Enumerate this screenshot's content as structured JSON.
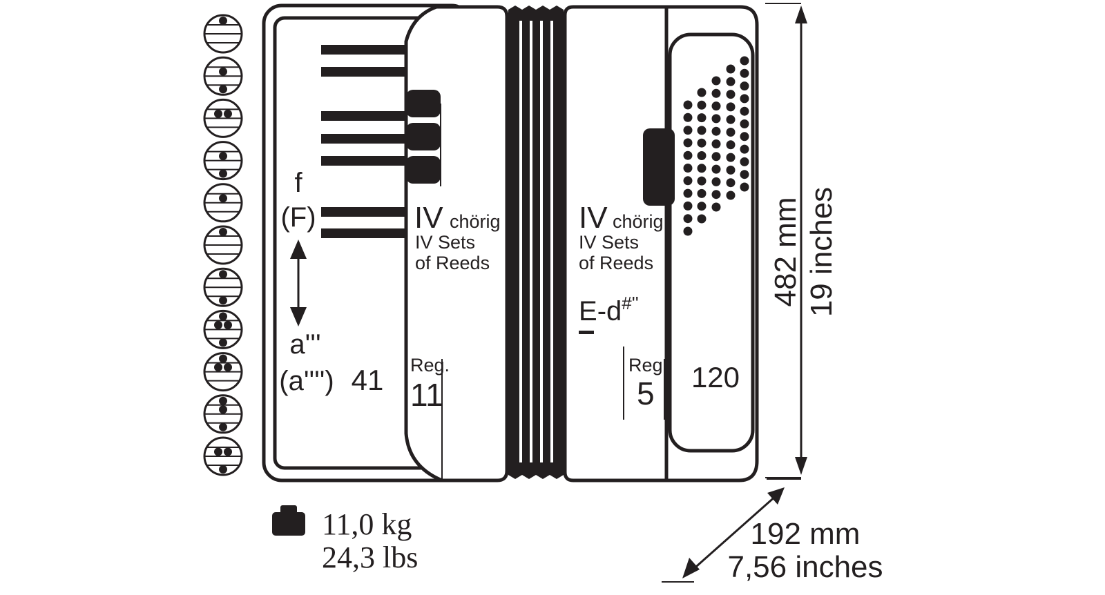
{
  "colors": {
    "ink": "#231f20",
    "paper": "#ffffff"
  },
  "treble": {
    "range_high": "f",
    "range_high_alt": "(F)",
    "range_low": "a'''",
    "range_low_alt": "(a'''')",
    "keys_count": "41",
    "choir_numeral": "IV",
    "choir_word": "chörig",
    "sets_line1": "IV Sets",
    "sets_line2": "of Reeds",
    "reg_label": "Reg.",
    "reg_count": "11",
    "register_symbols": [
      [
        1,
        0,
        0,
        0
      ],
      [
        0,
        1,
        0,
        1
      ],
      [
        0,
        2,
        0,
        0
      ],
      [
        0,
        1,
        0,
        1
      ],
      [
        0,
        1,
        0,
        0
      ],
      [
        1,
        0,
        0,
        0
      ],
      [
        1,
        0,
        0,
        1
      ],
      [
        1,
        2,
        0,
        1
      ],
      [
        1,
        2,
        0,
        0
      ],
      [
        1,
        1,
        0,
        1
      ],
      [
        0,
        2,
        0,
        1
      ]
    ]
  },
  "bass": {
    "choir_numeral": "IV",
    "choir_word": "chörig",
    "sets_line1": "IV Sets",
    "sets_line2": "of Reeds",
    "range_start": "E",
    "range_end": "-d",
    "range_end_sup": "#''",
    "reg_label": "Reg.",
    "reg_count": "5",
    "buttons_count": "120"
  },
  "dimensions": {
    "height_mm": "482 mm",
    "height_in": "19 inches",
    "depth_mm": "192 mm",
    "depth_in": "7,56 inches"
  },
  "weight": {
    "kg": "11,0 kg",
    "lbs": "24,3 lbs",
    "icon": "weight-icon"
  }
}
